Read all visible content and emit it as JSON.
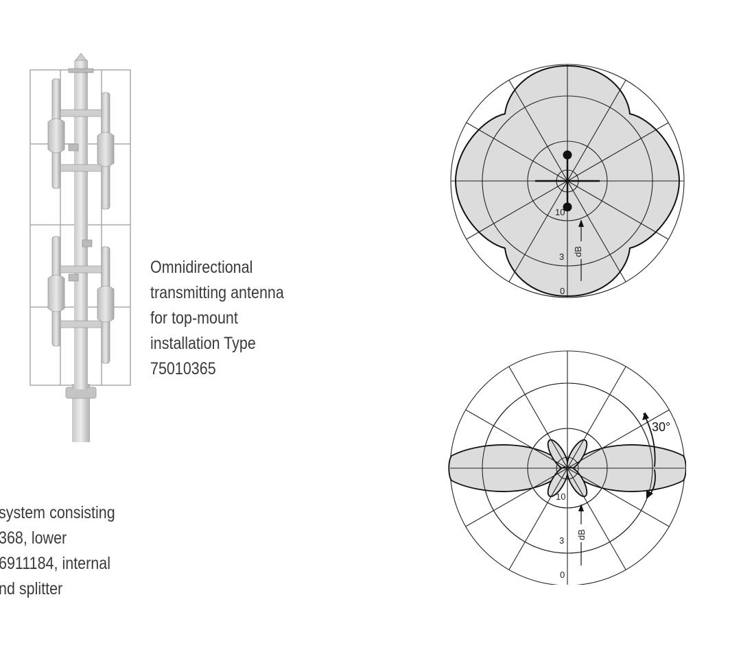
{
  "caption": {
    "lines": [
      "Omnidirectional",
      "transmitting antenna",
      "for top-mount",
      "installation Type",
      "75010365"
    ]
  },
  "bottom_text": {
    "lines": [
      "system consisting",
      "368, lower",
      "6911184, internal",
      "nd splitter"
    ]
  },
  "horizontal_pattern": {
    "scale_labels": [
      "10",
      "3",
      "0"
    ],
    "unit_label": "dB"
  },
  "vertical_pattern": {
    "scale_labels": [
      "10",
      "3",
      "0"
    ],
    "unit_label": "dB",
    "angle_label": "30°"
  }
}
